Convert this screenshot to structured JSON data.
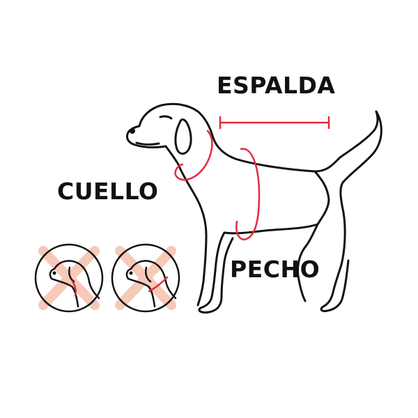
{
  "labels": {
    "back": "ESPALDA",
    "neck": "CUELLO",
    "chest": "PECHO"
  },
  "icons": {
    "wrong_fit_1": "crossed-out-neck-icon",
    "wrong_fit_2": "crossed-out-neck-icon"
  },
  "colors": {
    "outline": "#111111",
    "measure": "#e32b3b",
    "cross": "#f6c9b9",
    "text": "#111111"
  }
}
